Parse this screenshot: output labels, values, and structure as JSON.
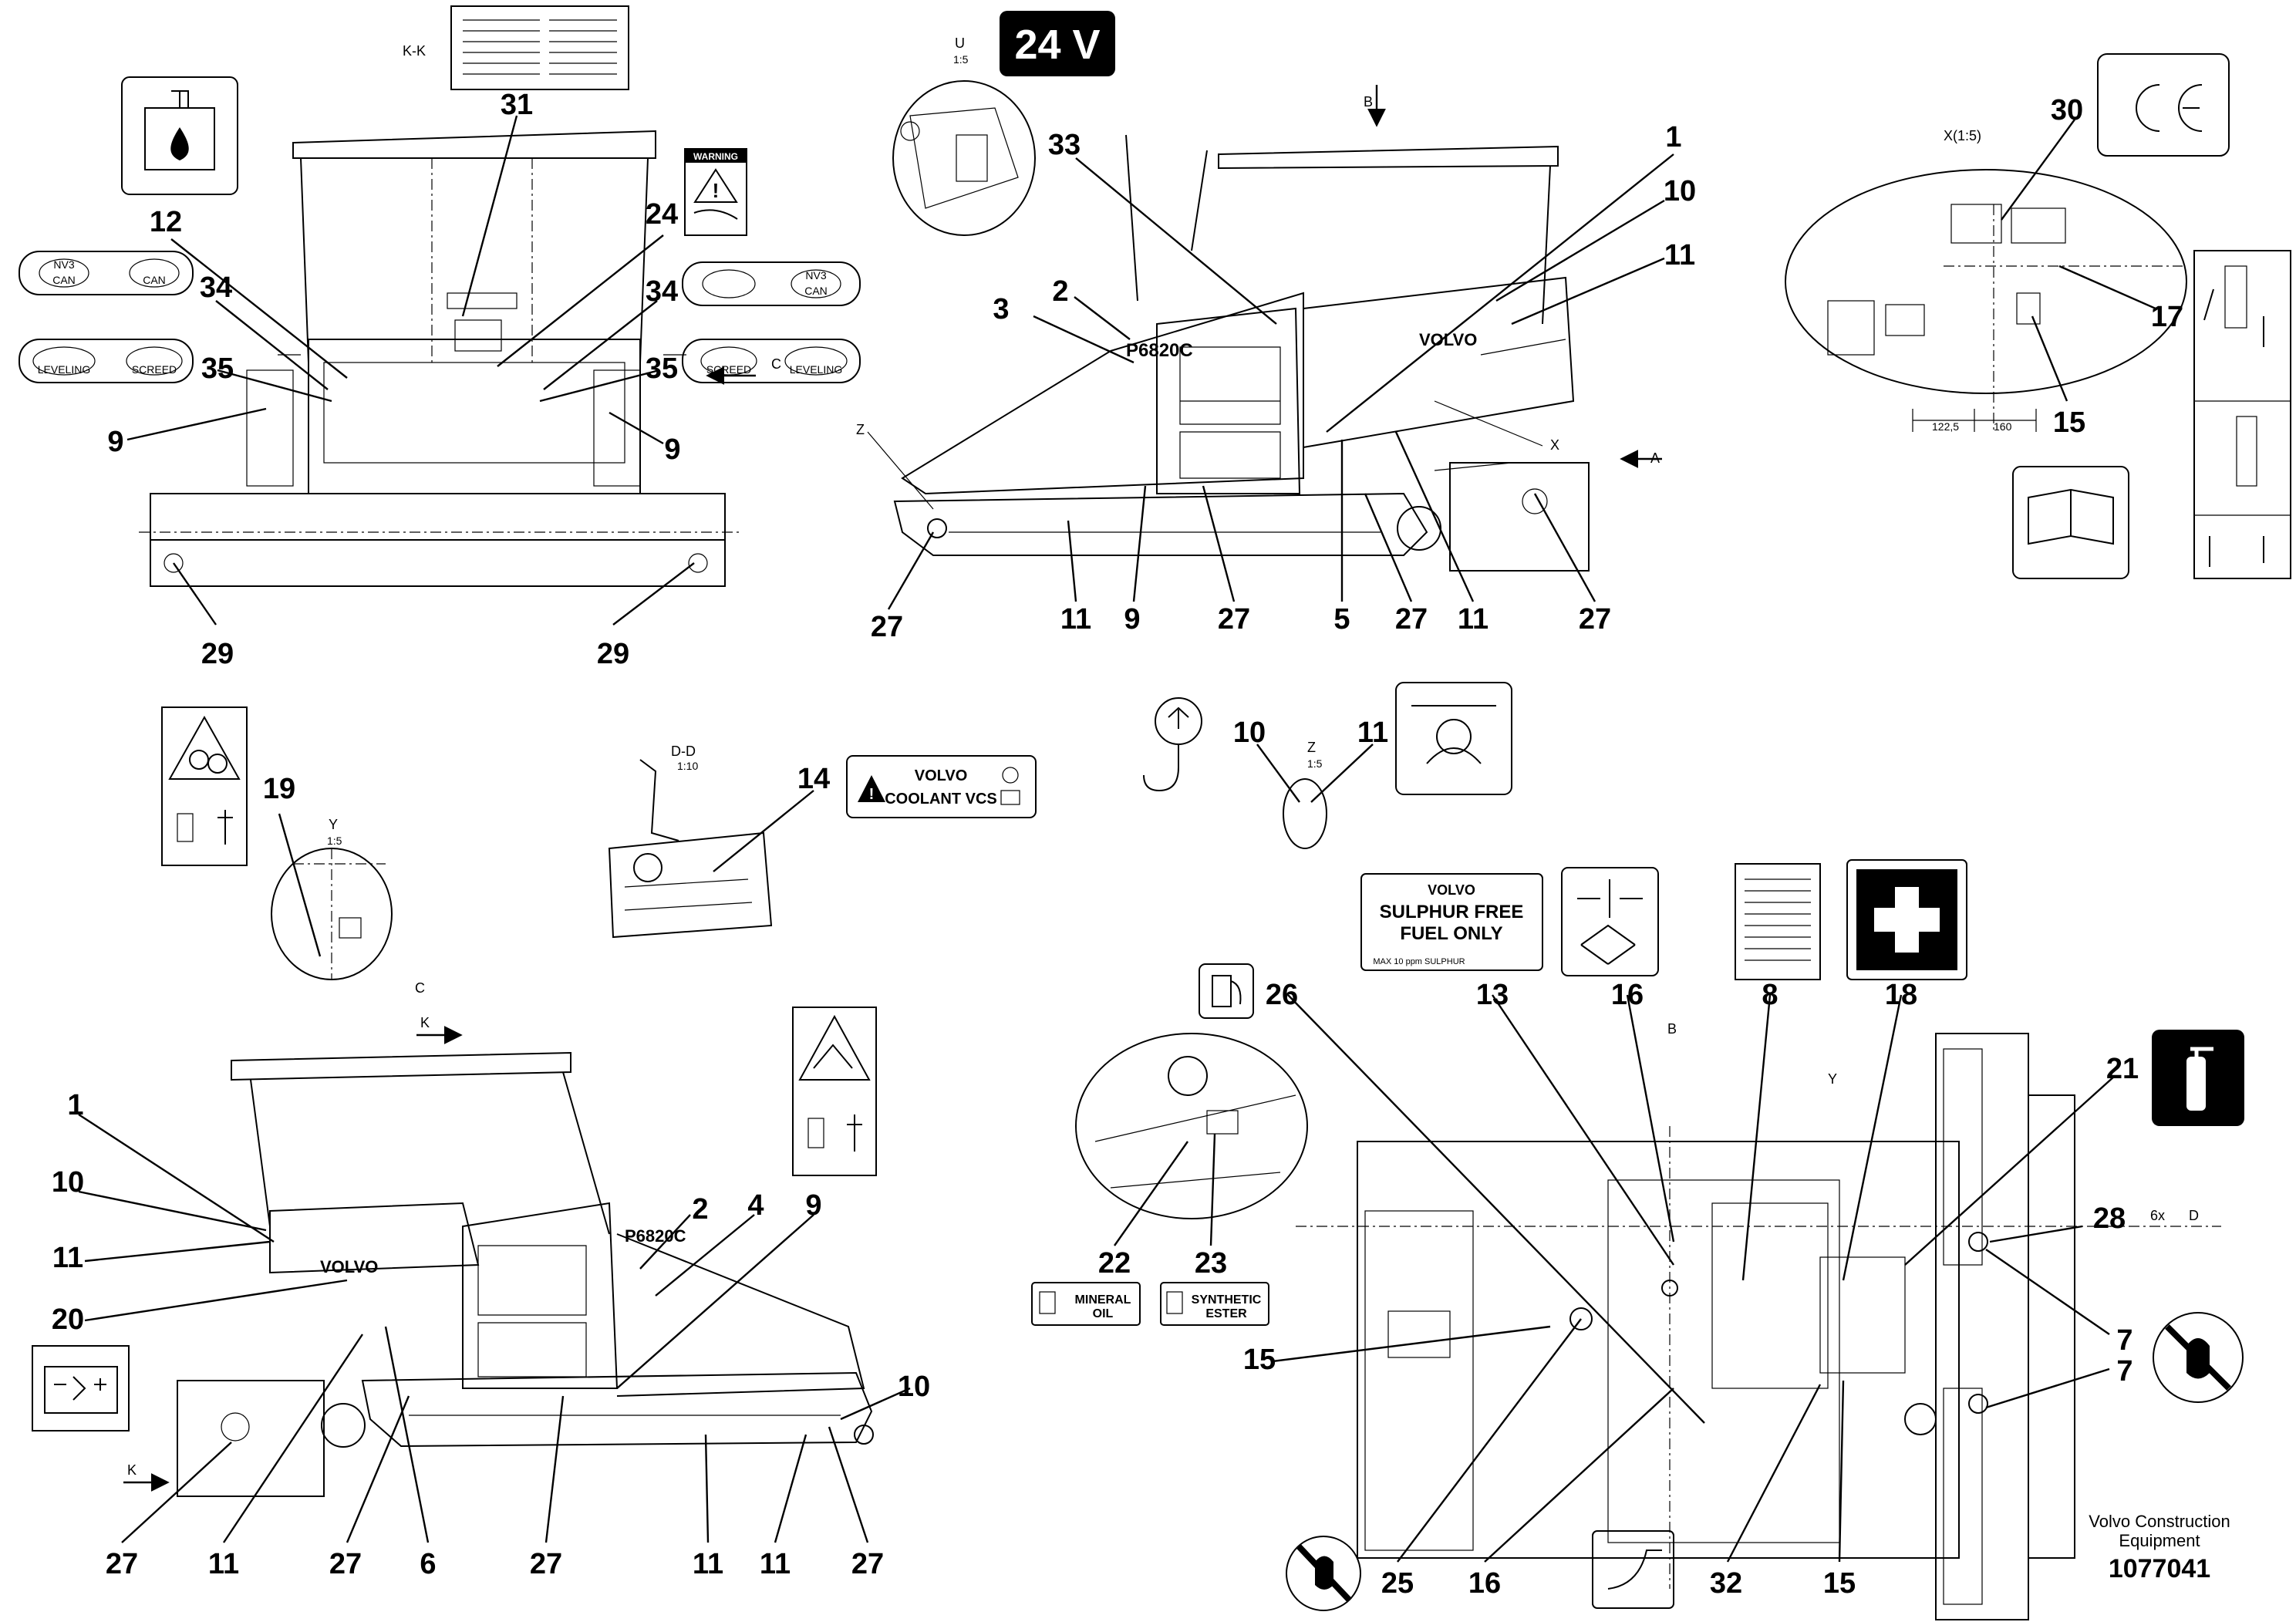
{
  "footer": {
    "company_line1": "Volvo Construction",
    "company_line2": "Equipment",
    "part_number": "1077041"
  },
  "decals": {
    "voltage": "24 V",
    "warning": "WARNING",
    "can_left": "CAN",
    "can_right": "CAN",
    "nv3": "NV3",
    "screed": "SCREED",
    "leveling": "LEVELING",
    "coolant_brand": "VOLVO",
    "coolant_text": "COOLANT VCS",
    "fuel_brand": "VOLVO",
    "fuel_line1": "SULPHUR FREE",
    "fuel_line2": "FUEL ONLY",
    "fuel_small": "MAX 10 ppm SULPHUR",
    "mineral_line1": "MINERAL",
    "mineral_line2": "OIL",
    "synthetic_line1": "SYNTHETIC",
    "synthetic_line2": "ESTER",
    "machine_model": "P6820C",
    "machine_brand": "VOLVO"
  },
  "views": {
    "kk": "K-K",
    "u": "U",
    "u_scale": "1:5",
    "b": "B",
    "a": "A",
    "c": "C",
    "x": "X",
    "x_view": "X(1:5)",
    "z": "Z",
    "z_view": "Z",
    "z_scale": "1:5",
    "y": "Y",
    "y_scale": "1:5",
    "dd": "D-D",
    "dd_scale": "1:10",
    "k": "K",
    "d": "D",
    "b10": "B",
    "six_x": "6x",
    "dim_1225": "122,5",
    "dim_160": "160"
  },
  "callouts": {
    "n1": "1",
    "n2": "2",
    "n3": "3",
    "n4": "4",
    "n5": "5",
    "n6": "6",
    "n7": "7",
    "n8": "8",
    "n9": "9",
    "n10": "10",
    "n11": "11",
    "n12": "12",
    "n13": "13",
    "n14": "14",
    "n15": "15",
    "n16": "16",
    "n17": "17",
    "n18": "18",
    "n19": "19",
    "n20": "20",
    "n21": "21",
    "n22": "22",
    "n23": "23",
    "n24": "24",
    "n25": "25",
    "n26": "26",
    "n27": "27",
    "n28": "28",
    "n29": "29",
    "n30": "30",
    "n31": "31",
    "n32": "32",
    "n33": "33",
    "n34": "34",
    "n35": "35"
  }
}
